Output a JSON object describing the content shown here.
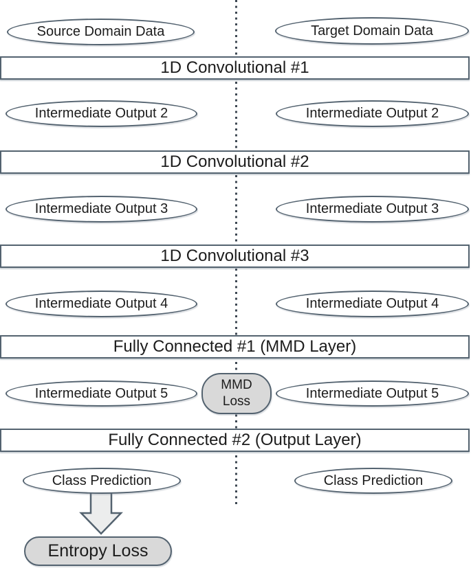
{
  "diagram": {
    "left_column": {
      "input_label": "Source Domain Data",
      "outputs": [
        "Intermediate Output 2",
        "Intermediate Output 3",
        "Intermediate Output 4",
        "Intermediate Output 5"
      ],
      "prediction_label": "Class Prediction",
      "loss_label": "Entropy Loss"
    },
    "right_column": {
      "input_label": "Target Domain Data",
      "outputs": [
        "Intermediate Output 2",
        "Intermediate Output 3",
        "Intermediate Output 4",
        "Intermediate Output 5"
      ],
      "prediction_label": "Class Prediction"
    },
    "layers": [
      "1D Convolutional #1",
      "1D Convolutional #2",
      "1D Convolutional #3",
      "Fully Connected #1 (MMD Layer)",
      "Fully Connected #2 (Output Layer)"
    ],
    "mmd_loss": {
      "line1": "MMD",
      "line2": "Loss"
    },
    "colors": {
      "shape_border": "#53626f",
      "gray_fill": "#d9d9d9",
      "arrow_fill": "#eceded",
      "dotted_line": "#3d4752",
      "text": "#1c1c1c"
    }
  }
}
